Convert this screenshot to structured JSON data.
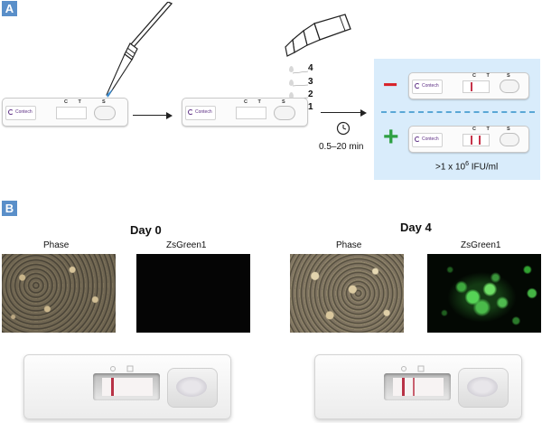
{
  "panel_a": {
    "label": "A",
    "cassette_logo": "Contech",
    "cassette_ct": "C T",
    "cassette_s": "S",
    "drop_numbers": [
      "4",
      "3",
      "2",
      "1"
    ],
    "time_text": "0.5–20 min",
    "negative_sign": "−",
    "positive_sign": "+",
    "threshold_text": ">1 x 10",
    "threshold_exp": "6",
    "threshold_unit": " IFU/ml",
    "colors": {
      "panel_label_bg": "#5a8fc9",
      "result_box_bg": "#d9ecfb",
      "dashed_divider": "#5aa7d6",
      "negative": "#d8232a",
      "positive": "#2ea043",
      "test_line": "#c6344a",
      "pipette_tip_fluid": "#3a8fd6"
    }
  },
  "panel_b": {
    "label": "B",
    "days": [
      {
        "title": "Day 0",
        "phase_label": "Phase",
        "fluor_label": "ZsGreen1"
      },
      {
        "title": "Day 4",
        "phase_label": "Phase",
        "fluor_label": "ZsGreen1"
      }
    ]
  }
}
